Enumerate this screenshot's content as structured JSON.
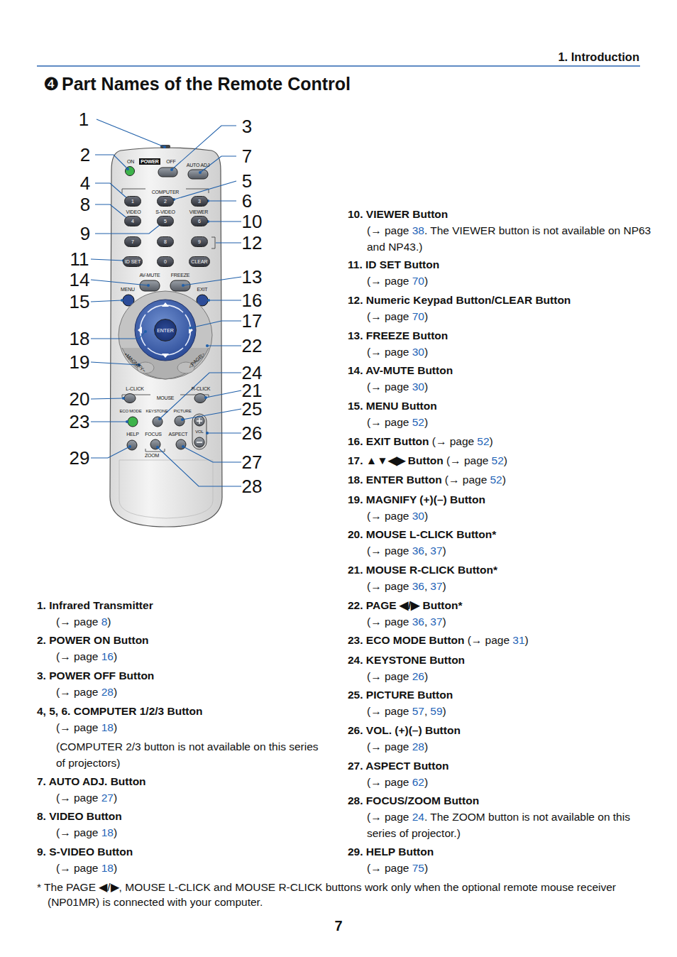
{
  "diagram": {
    "title": "Part Names of the Remote Control",
    "nodes": [
      {
        "text": [
          "1"
        ]
      },
      {
        "text": [
          "2"
        ]
      },
      {
        "text": [
          "3"
        ]
      },
      {
        "text": [
          "4"
        ]
      },
      {
        "text": [
          "5"
        ]
      },
      {
        "text": [
          "6"
        ]
      },
      {
        "text": [
          "7"
        ]
      },
      {
        "text": [
          "8"
        ]
      },
      {
        "text": [
          "9"
        ]
      },
      {
        "text": [
          "ID SET"
        ]
      },
      {
        "text": [
          "0"
        ]
      },
      {
        "text": [
          "CLEAR"
        ]
      },
      {
        "text": [
          "ENTER"
        ]
      }
    ],
    "labels": [
      "1. Introduction",
      "❹",
      "1",
      "2",
      "4",
      "8",
      "9",
      "11",
      "14",
      "15",
      "18",
      "19",
      "20",
      "23",
      "29",
      "3",
      "7",
      "5",
      "6",
      "10",
      "12",
      "13",
      "16",
      "17",
      "22",
      "24",
      "21",
      "25",
      "26",
      "27",
      "28",
      "ON",
      "POWER",
      "OFF",
      "AUTO ADJ",
      "COMPUTER",
      "VIDEO",
      "S-VIDEO",
      "VIEWER",
      "AV-MUTE",
      "FREEZE",
      "MENU",
      "EXIT",
      "+MAGNIFY−",
      "◁PAGE▷",
      "L-CLICK",
      "MOUSE",
      "R-CLICK",
      "ECO MODE",
      "KEYSTONE",
      "PICTURE",
      "HELP",
      "FOCUS",
      "ASPECT",
      "VOL",
      "ZOOM",
      "1. Infrared Transmitter",
      "(→ page",
      "8",
      ")",
      "2. POWER ON Button",
      "(→ page",
      "16",
      ")",
      "3. POWER OFF Button",
      "(→ page",
      "28",
      ")",
      "4, 5, 6. COMPUTER 1/2/3 Button",
      "(→ page",
      "18",
      ")",
      "(COMPUTER 2/3 button is not available on this series of projectors)",
      "7. AUTO ADJ. Button",
      "(→ page",
      "27",
      ")",
      "8. VIDEO Button",
      "(→ page",
      "18",
      ")",
      "9. S-VIDEO Button",
      "(→ page",
      "18",
      ")",
      "10. VIEWER Button",
      "(→ page",
      "38",
      ". The VIEWER button is not available on NP63 and NP43.)",
      "11. ID SET Button",
      "(→ page",
      "70",
      ")",
      "12. Numeric Keypad Button/CLEAR Button",
      "(→ page",
      "70",
      ")",
      "13. FREEZE Button",
      "(→ page",
      "30",
      ")",
      "14. AV-MUTE Button",
      "(→ page",
      "30",
      ")",
      "15. MENU Button",
      "(→ page",
      "52",
      ")",
      "16. EXIT Button",
      "(→ page",
      "52",
      ")",
      "17. ▲▼◀▶ Button",
      "(→ page",
      "52",
      ")",
      "18. ENTER Button",
      "(→ page",
      "52",
      ")",
      "19. MAGNIFY (+)(–) Button",
      "(→ page",
      "30",
      ")",
      "20. MOUSE L-CLICK Button*",
      "(→ page",
      "36",
      ",",
      "37",
      ")",
      "21. MOUSE R-CLICK Button*",
      "(→ page",
      "36",
      ",",
      "37",
      ")",
      "22. PAGE ◀/▶ Button*",
      "(→ page",
      "36",
      ",",
      "37",
      ")",
      "23. ECO MODE Button",
      "(→ page",
      "31",
      ")",
      "24. KEYSTONE Button",
      "(→ page",
      "26",
      ")",
      "25. PICTURE Button",
      "(→ page",
      "57",
      ",",
      "59",
      ")",
      "26. VOL. (+)(–) Button",
      "(→ page",
      "28",
      ")",
      "27. ASPECT Button",
      "(→ page",
      "62",
      ")",
      "28. FOCUS/ZOOM Button",
      "(→ page",
      "24",
      ". The ZOOM button is not available on this series of projector.)",
      "29. HELP Button",
      "(→ page",
      "75",
      ")",
      "* The PAGE ◀/▶, MOUSE L-CLICK and MOUSE R-CLICK buttons work only when the optional remote mouse receiver (NP01MR) is connected with your computer.",
      "7"
    ]
  }
}
